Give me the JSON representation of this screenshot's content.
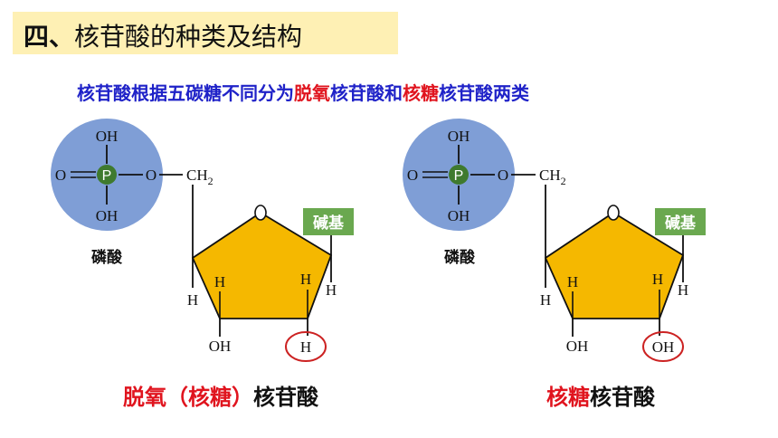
{
  "title": {
    "number": "四、",
    "text": "核苷酸的种类及结构"
  },
  "subtitle": {
    "part1": "核苷酸根据五碳糖不同分为",
    "red1": "脱氧",
    "part2": "核苷酸和",
    "red2": "核糖",
    "part3": "核苷酸两类"
  },
  "labels": {
    "oh": "OH",
    "o": "O",
    "p": "P",
    "ch": "CH",
    "sub2": "2",
    "h": "H",
    "phosphate": "磷酸",
    "base": "碱基",
    "ring_o": "O",
    "left_c3_bottom": "OH",
    "left_c2_bottom": "H",
    "right_c3_bottom": "OH",
    "right_c2_bottom": "OH"
  },
  "captions": {
    "left_red": "脱氧（核糖）",
    "left_black": "核苷酸",
    "right_red": "核糖",
    "right_black": "核苷酸"
  },
  "colors": {
    "phosphate_circle": "#7f9ed6",
    "p_circle": "#3f7a2e",
    "sugar": "#f5b800",
    "base_box": "#6aa84f",
    "highlight_ring": "#cc2222"
  }
}
